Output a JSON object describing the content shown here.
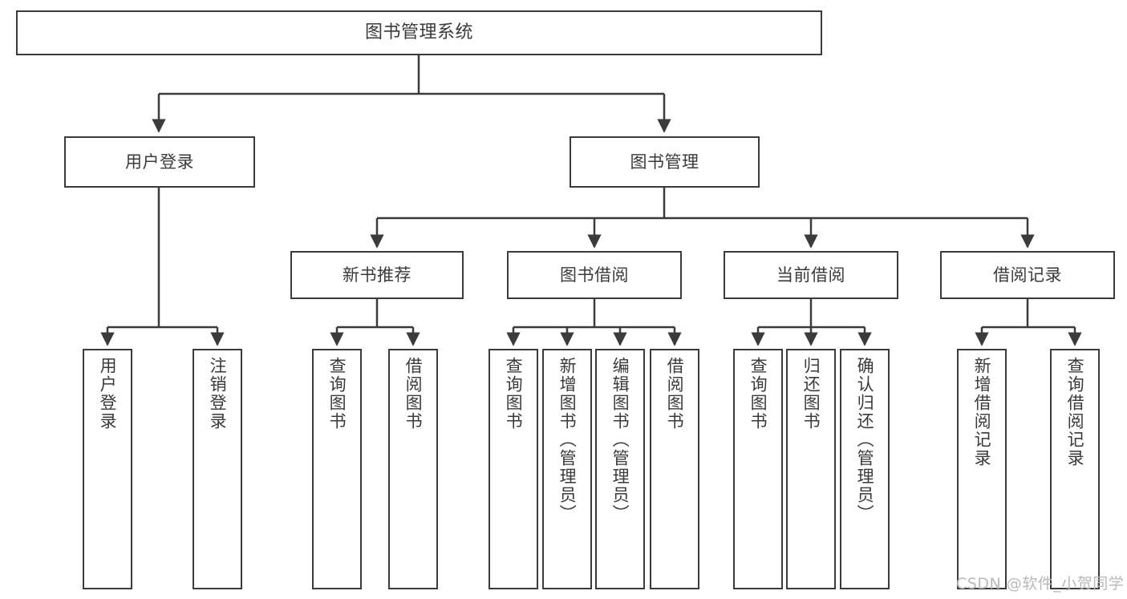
{
  "diagram": {
    "title": "图书管理系统",
    "type": "hierarchy-tree",
    "watermark": "CSDN @软件_小贺同学",
    "colors": {
      "border": "#3b3b3b",
      "text": "#3a3a3a",
      "background": "#ffffff",
      "edge": "#3b3b3b",
      "watermark": "#b9b9b9"
    },
    "nodes": {
      "root": {
        "label": "图书管理系统"
      },
      "level2": [
        {
          "label": "用户登录"
        },
        {
          "label": "图书管理"
        }
      ],
      "level3": [
        {
          "label": "新书推荐"
        },
        {
          "label": "图书借阅"
        },
        {
          "label": "当前借阅"
        },
        {
          "label": "借阅记录"
        }
      ],
      "leaves": {
        "user_login": [
          {
            "label": "用户登录"
          },
          {
            "label": "注销登录"
          }
        ],
        "new_book_recommend": [
          {
            "label": "查询图书"
          },
          {
            "label": "借阅图书"
          }
        ],
        "book_borrow": [
          {
            "label": "查询图书"
          },
          {
            "label": "新增图书（管理员）"
          },
          {
            "label": "编辑图书（管理员）"
          },
          {
            "label": "借阅图书"
          }
        ],
        "current_borrow": [
          {
            "label": "查询图书"
          },
          {
            "label": "归还图书"
          },
          {
            "label": "确认归还（管理员）"
          }
        ],
        "borrow_record": [
          {
            "label": "新增借阅记录"
          },
          {
            "label": "查询借阅记录"
          }
        ]
      }
    }
  }
}
